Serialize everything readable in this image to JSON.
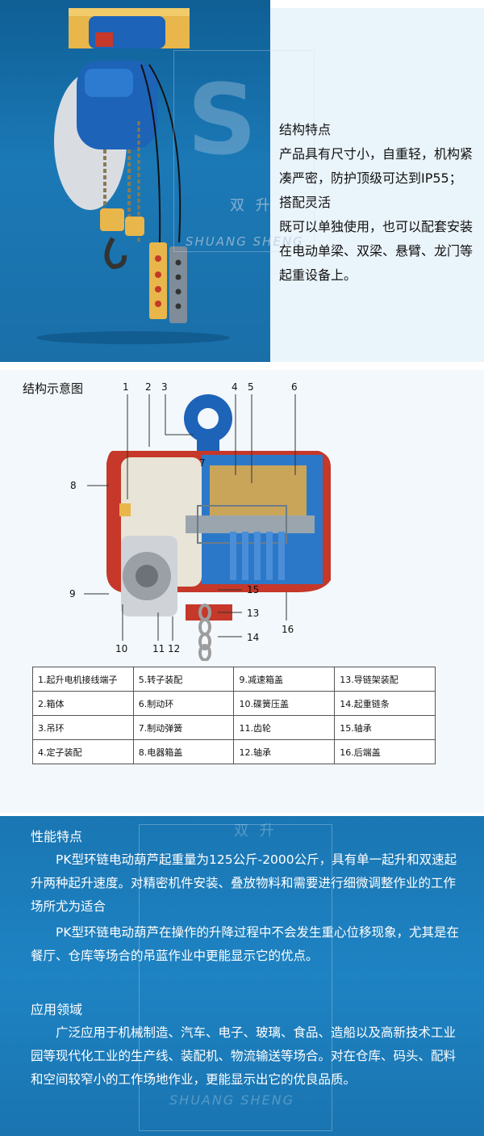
{
  "top": {
    "heading": "结构特点",
    "para1": "产品具有尺寸小，自重轻，机构紧凑严密，防护顶级可达到IP55；",
    "subheading": "搭配灵活",
    "para2": "既可以单独使用，也可以配套安装在电动单梁、双梁、悬臂、龙门等起重设备上。"
  },
  "watermark": {
    "cn": "双 升",
    "en": "SHUANG  SHENG"
  },
  "diagram": {
    "title": "结构示意图",
    "callouts": [
      "1",
      "2",
      "3",
      "4",
      "5",
      "6",
      "7",
      "8",
      "9",
      "10",
      "11",
      "12",
      "13",
      "14",
      "15",
      "16"
    ],
    "legend": [
      [
        "1.起升电机接线端子",
        "5.转子装配",
        "9.减速箱盖",
        "13.导链架装配"
      ],
      [
        "2.箱体",
        "6.制动环",
        "10.碟簧压盖",
        "14.起重链条"
      ],
      [
        "3.吊环",
        "7.制动弹簧",
        "11.齿轮",
        "15.轴承"
      ],
      [
        "4.定子装配",
        "8.电器箱盖",
        "12.轴承",
        "16.后端盖"
      ]
    ]
  },
  "bottom": {
    "perf_title": "性能特点",
    "perf_p1": "PK型环链电动葫芦起重量为125公斤-2000公斤，具有单一起升和双速起升两种起升速度。对精密机件安装、叠放物料和需要进行细微调整作业的工作场所尤为适合",
    "perf_p2": "PK型环链电动葫芦在操作的升降过程中不会发生重心位移现象，尤其是在餐厅、仓库等场合的吊蓝作业中更能显示它的优点。",
    "app_title": "应用领域",
    "app_p1": "广泛应用于机械制造、汽车、电子、玻璃、食品、造船以及高新技术工业园等现代化工业的生产线、装配机、物流输送等场合。对在仓库、码头、配料和空间较窄小的工作场地作业，更能显示出它的优良品质。"
  },
  "colors": {
    "blue_dark": "#0f5f95",
    "blue_mid": "#1e83c3",
    "hoist_blue": "#1d63b8",
    "red": "#d42a1f"
  }
}
